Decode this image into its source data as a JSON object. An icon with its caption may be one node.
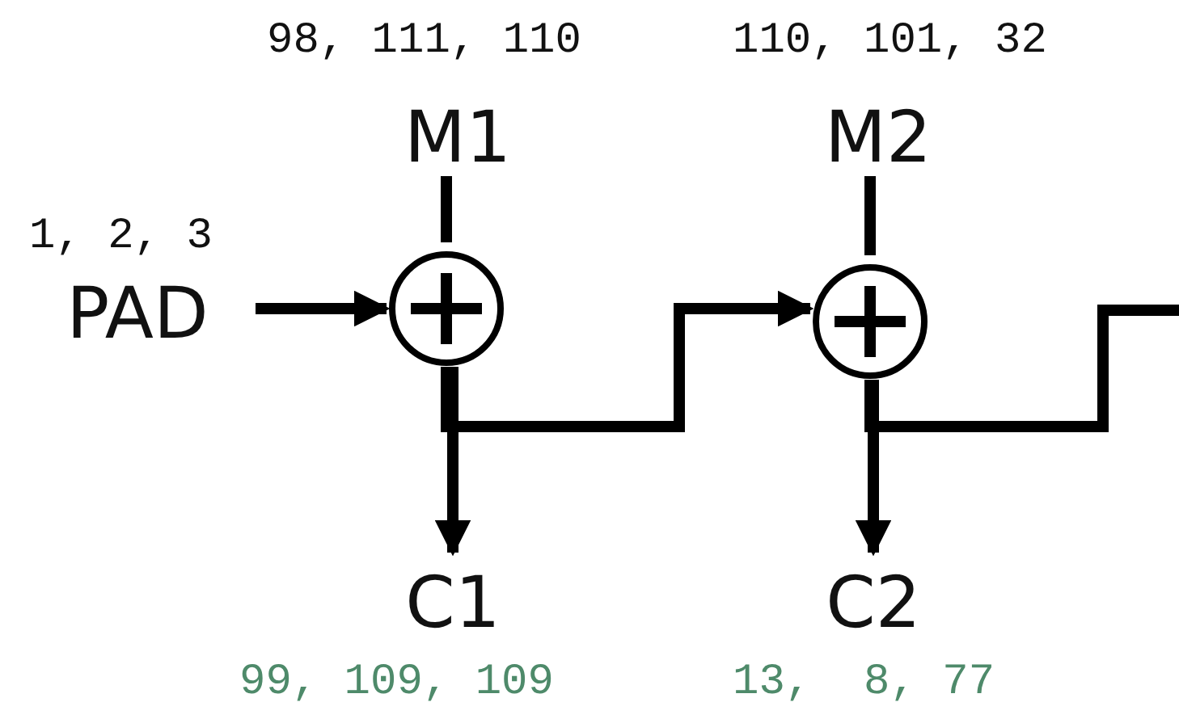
{
  "diagram": {
    "nodes": [
      {
        "text": [
          "PAD"
        ],
        "beside": [
          "1, 2, 3"
        ]
      },
      {
        "text": [
          "M1"
        ],
        "beside": [
          "98, 111, 110"
        ]
      },
      {
        "text": [],
        "shape": "circle"
      },
      {
        "text": [
          "C1"
        ],
        "beside": [
          "99, 109, 109"
        ]
      },
      {
        "text": [
          "M2"
        ],
        "beside": [
          "110, 101, 32"
        ]
      },
      {
        "text": [],
        "shape": "circle"
      },
      {
        "text": [
          "C2"
        ],
        "beside": [
          "13,  8, 77"
        ]
      }
    ],
    "edges": [
      {
        "from": 0,
        "to": 2,
        "arrow": "to"
      },
      {
        "from": 1,
        "to": 2,
        "arrow": "none"
      },
      {
        "from": 2,
        "to": 3,
        "arrow": "to"
      },
      {
        "from": 2,
        "to": 5,
        "arrow": "to"
      },
      {
        "from": 4,
        "to": 5,
        "arrow": "none"
      },
      {
        "from": 5,
        "to": 6,
        "arrow": "to"
      },
      {
        "from": 5,
        "to": null,
        "arrow": "none"
      }
    ]
  }
}
